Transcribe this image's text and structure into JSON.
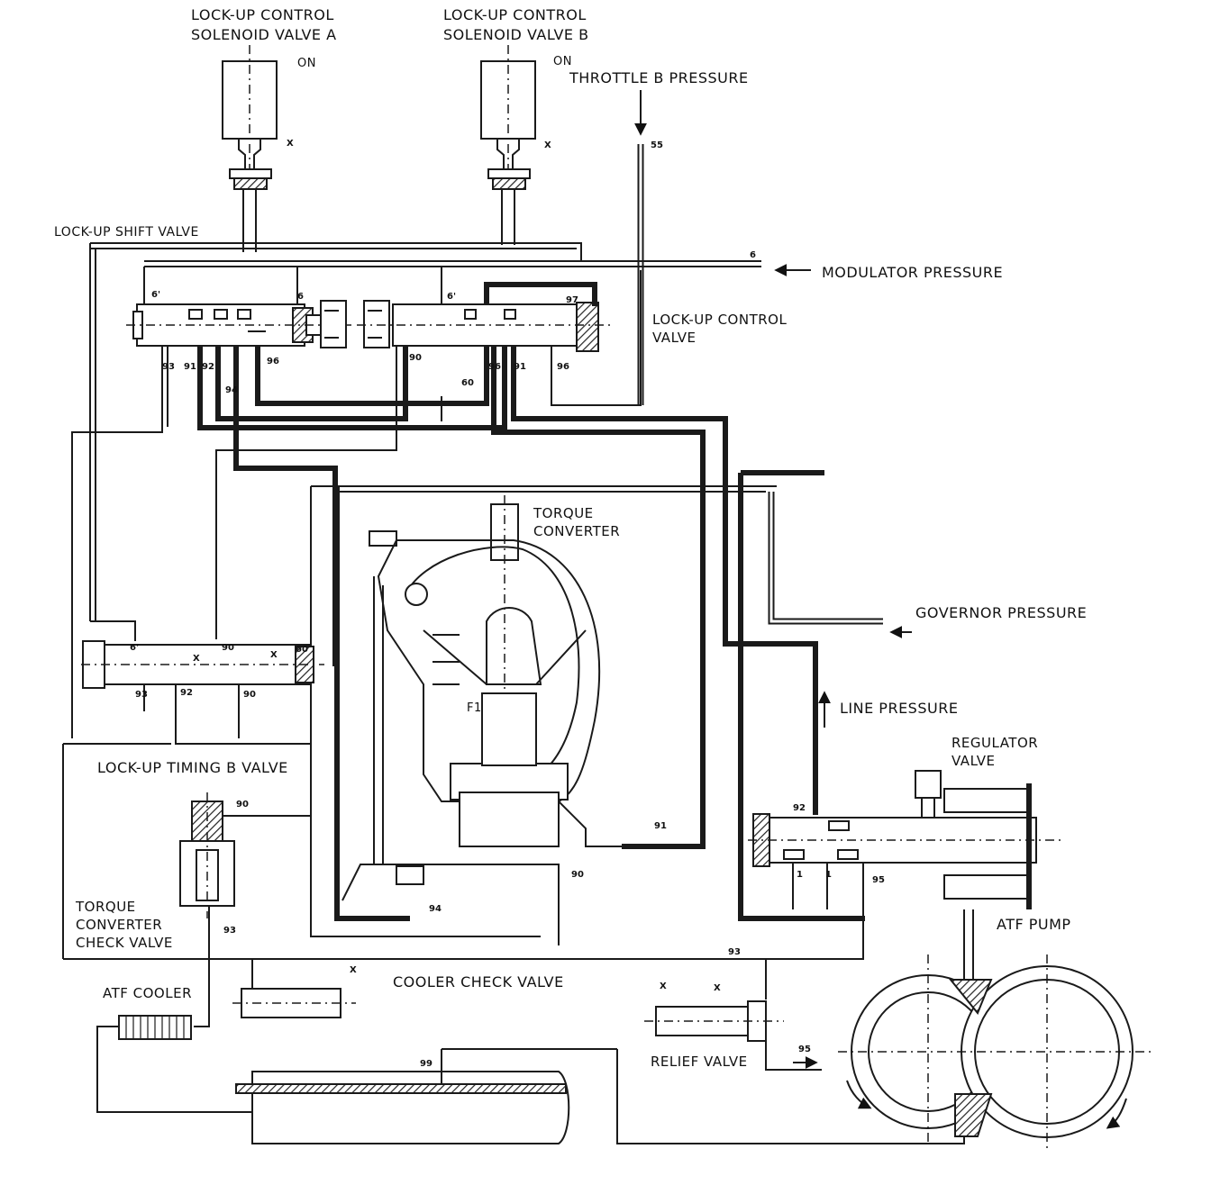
{
  "labels": {
    "solenoid_a": [
      "LOCK-UP CONTROL",
      "SOLENOID VALVE A"
    ],
    "solenoid_a_state": "ON",
    "solenoid_b": [
      "LOCK-UP CONTROL",
      "SOLENOID VALVE B"
    ],
    "solenoid_b_state": "ON",
    "throttle_b_pressure": "THROTTLE B PRESSURE",
    "lockup_shift_valve": "LOCK-UP SHIFT VALVE",
    "modulator_pressure": "MODULATOR PRESSURE",
    "lockup_control_valve": [
      "LOCK-UP CONTROL",
      "VALVE"
    ],
    "torque_converter": [
      "TORQUE",
      "CONVERTER"
    ],
    "governor_pressure": "GOVERNOR PRESSURE",
    "line_pressure": "LINE PRESSURE",
    "regulator_valve": [
      "REGULATOR",
      "VALVE"
    ],
    "lockup_timing_b_valve": "LOCK-UP TIMING B VALVE",
    "torque_converter_check_valve": [
      "TORQUE",
      "CONVERTER",
      "CHECK VALVE"
    ],
    "atf_pump": "ATF PUMP",
    "atf_cooler": "ATF COOLER",
    "cooler_check_valve": "COOLER CHECK VALVE",
    "relief_valve": "RELIEF VALVE",
    "f1": "F1"
  },
  "circuit_numbers": {
    "n55": "55",
    "n6_mod": "6",
    "n6p_a": "6'",
    "n6_a": "6",
    "n6p_b": "6'",
    "n97": "97",
    "n93_a": "93",
    "n91": "91",
    "n92_a": "92",
    "n96": "96",
    "n94": "94",
    "n90_a": "90",
    "n96_b": "96",
    "n91_b": "91",
    "n96_c": "96",
    "n60": "60",
    "n6p_c": "6'",
    "n90_b": "90",
    "n60_b": "60",
    "n93_b": "93",
    "n92_b": "92",
    "n90_c": "90",
    "n90_d": "90",
    "n93_c": "93",
    "n91_c": "91",
    "n90_e": "90",
    "n94_b": "94",
    "n92_c": "92",
    "n1_a": "1",
    "n1_b": "1",
    "n95": "95",
    "n93_d": "93",
    "n95_b": "95",
    "n99": "99",
    "nx1": "X",
    "nx2": "X",
    "nx3": "X",
    "nx4": "X",
    "nx5": "X",
    "nx6": "X",
    "nx7": "X"
  }
}
